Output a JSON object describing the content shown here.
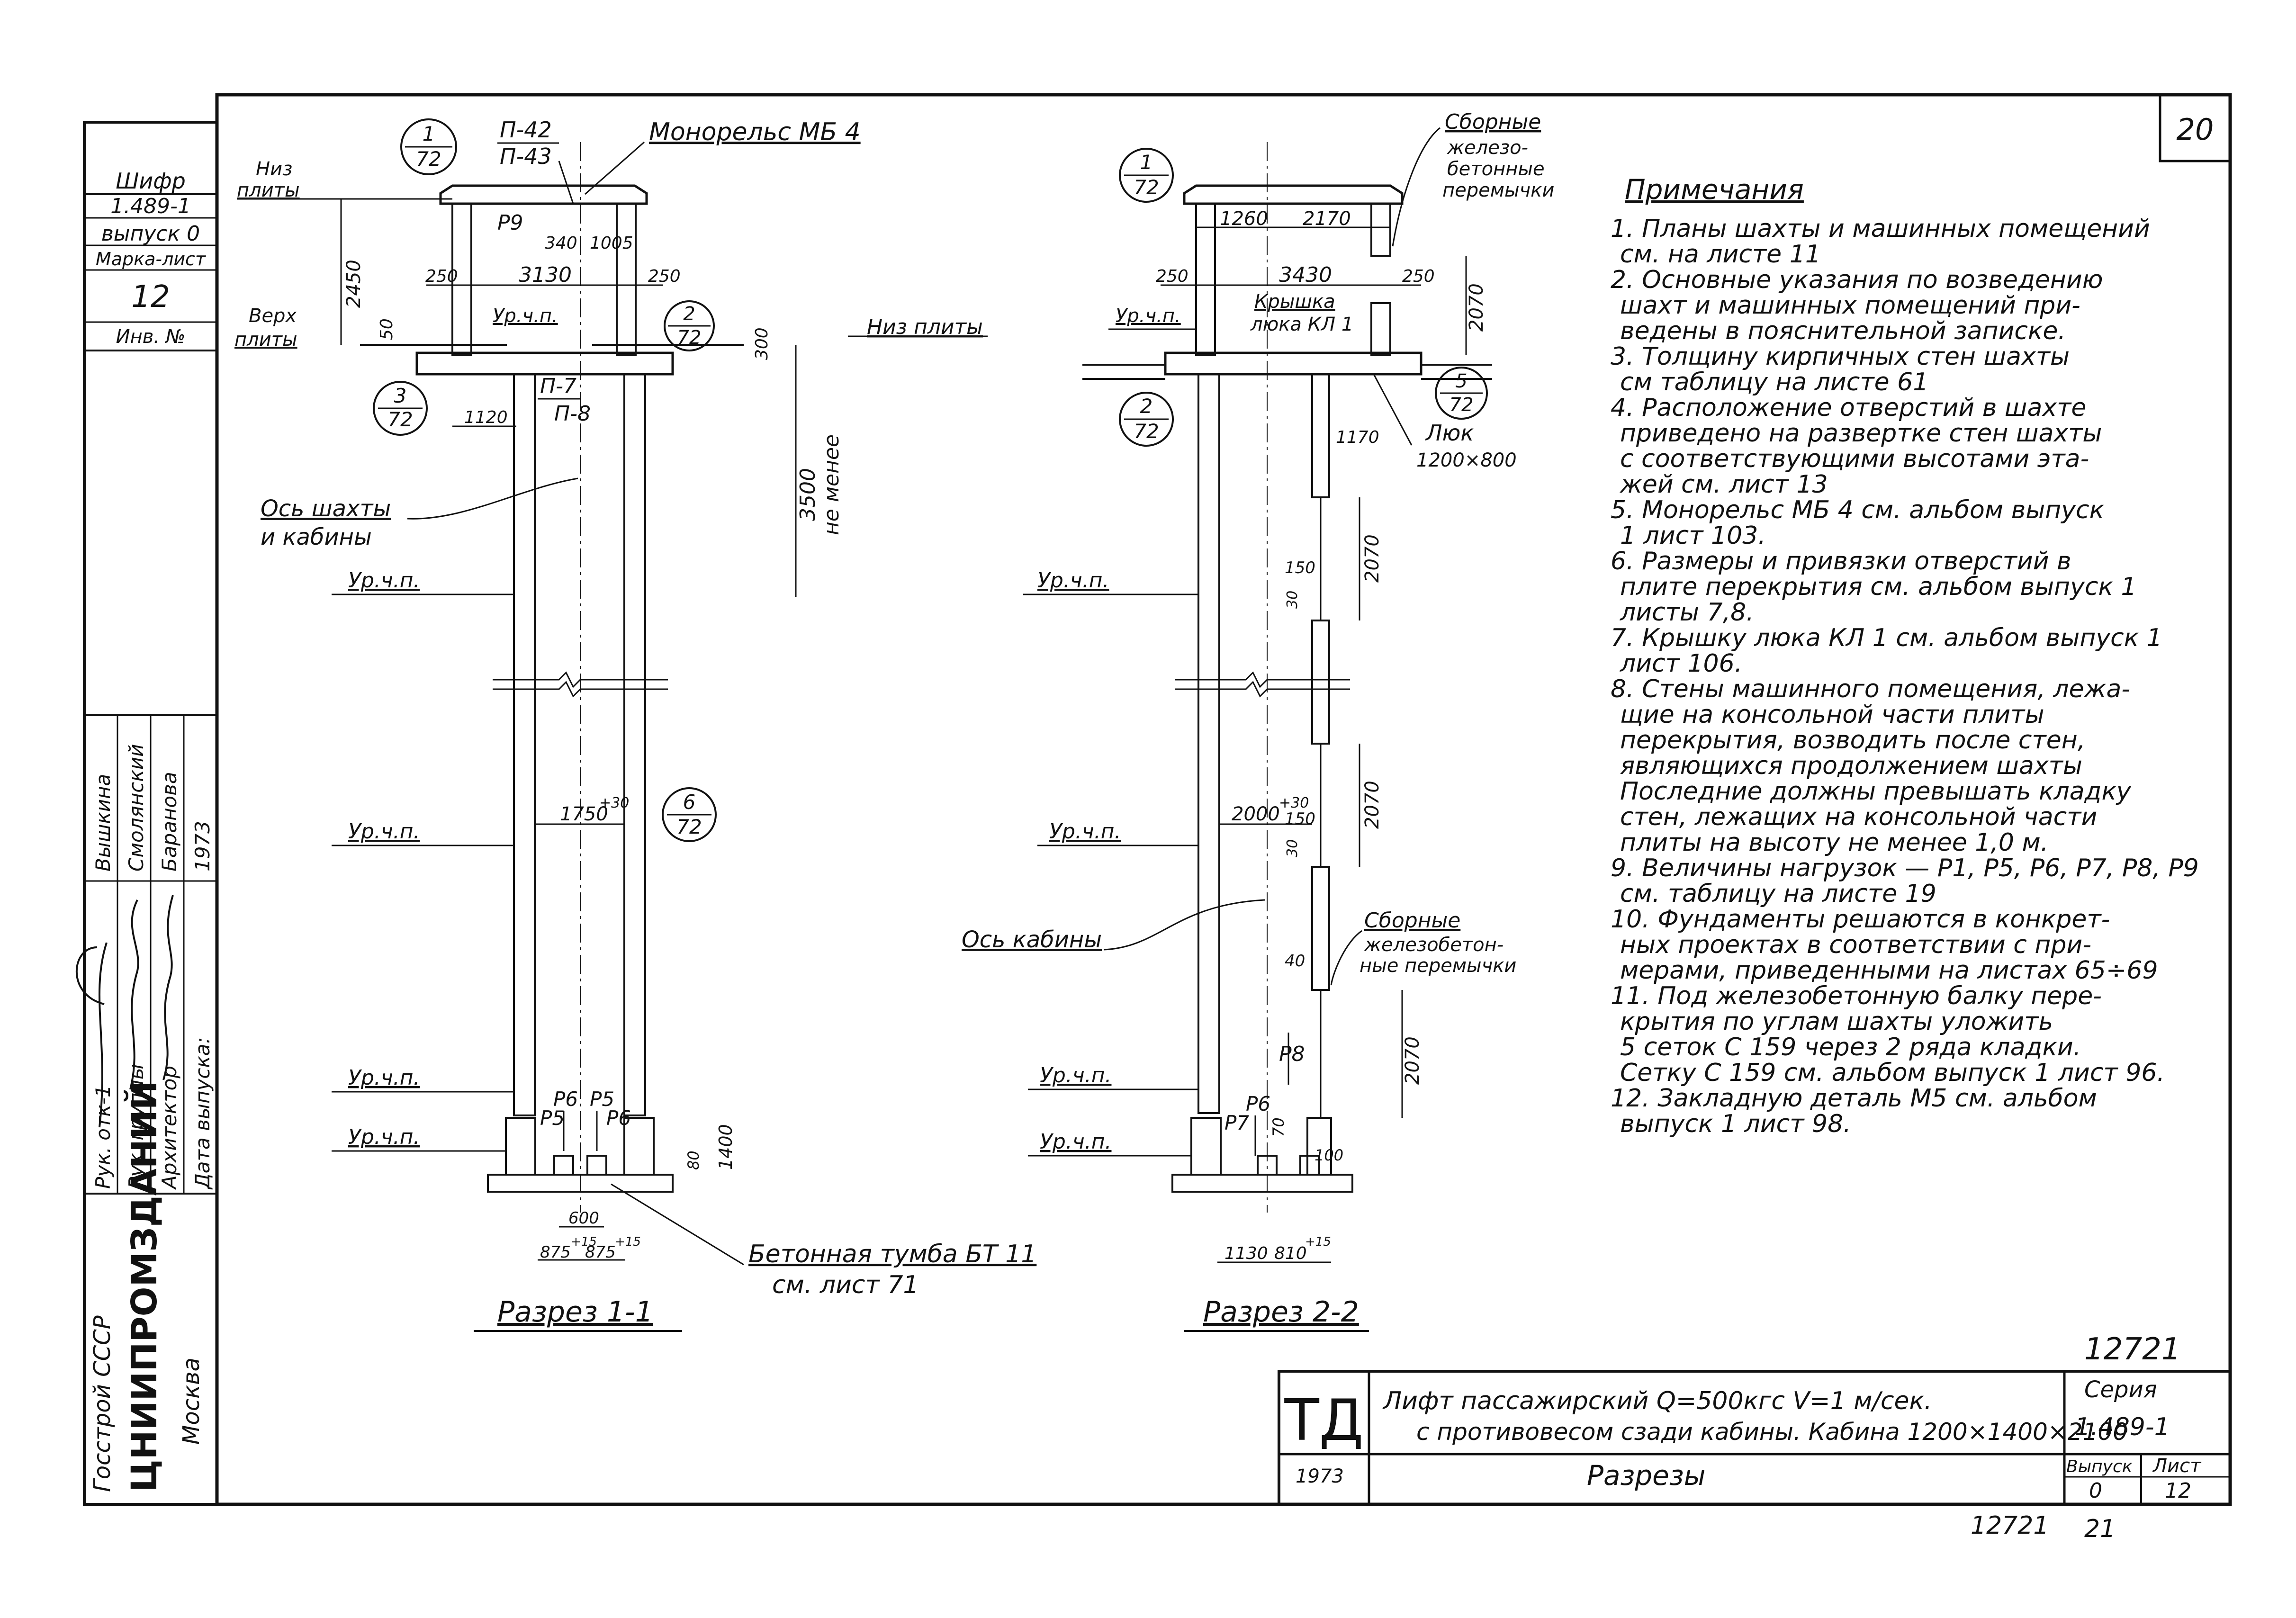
{
  "sheet": {
    "number": "20",
    "stamp_top": "12721",
    "stamp_bottom": "12721",
    "bottom_page": "21"
  },
  "side_block": {
    "shifr_label": "Шифр",
    "shifr_value": "1.489-1",
    "vypusk": "выпуск 0",
    "marka_list_label": "Марка-лист",
    "marka_list_value": "12",
    "inv_label": "Инв. №",
    "signatures": [
      {
        "role": "Рук. отк-1",
        "name": "Вышкина"
      },
      {
        "role": "Рук. группы",
        "name": "Смолянский"
      },
      {
        "role": "Архитектор",
        "name": "Баранова"
      },
      {
        "role": "Дата выпуска:",
        "name": "1973"
      }
    ],
    "org_line1": "Госстрой СССР",
    "org_line2": "ЦНИИПРОМЗДАНИЙ",
    "org_line3": "Москва"
  },
  "section1": {
    "title": "Разрез 1-1",
    "monorail": "Монорельс МБ 4",
    "lintels_top": [
      "П-42",
      "П-43"
    ],
    "lintels_mid": [
      "П-7",
      "П-8"
    ],
    "niz_plity": [
      "Низ",
      "плиты"
    ],
    "verh_plity": [
      "Верх",
      "плиты"
    ],
    "niz_plity_right": "Низ плиты",
    "load_p9": "P9",
    "dims": {
      "d340": "340",
      "d1005": "1005",
      "d250a": "250",
      "d3130": "3130",
      "d250b": "250",
      "d2450": "2450",
      "d50": "50",
      "d300": "300",
      "d1120": "1120",
      "d3500": "3500",
      "ne_menee": "не менее",
      "d1750": "1750",
      "plus30": "+30",
      "d1400": "1400",
      "d80": "80",
      "d600": "600",
      "d875a": "875",
      "d875b": "875",
      "plus15": "+15"
    },
    "level_label": "Ур.ч.п.",
    "axis_label": [
      "Ось шахты",
      "и кабины"
    ],
    "loads": [
      "P6",
      "P5",
      "P5",
      "P6"
    ],
    "base_label": [
      "Бетонная тумба БТ 11",
      "см. лист 71"
    ],
    "refs": [
      {
        "num": "1",
        "sheet": "72"
      },
      {
        "num": "2",
        "sheet": "72"
      },
      {
        "num": "3",
        "sheet": "72"
      },
      {
        "num": "6",
        "sheet": "72"
      }
    ]
  },
  "section2": {
    "title": "Разрез 2-2",
    "precast_top": [
      "Сборные",
      "железо-",
      "бетонные",
      "перемычки"
    ],
    "precast_mid": [
      "Сборные",
      "железобетон-",
      "ные перемычки"
    ],
    "cover": [
      "Крышка",
      "люка КЛ 1"
    ],
    "hatch": [
      "Люк",
      "1200×800"
    ],
    "axis_label": "Ось кабины",
    "level_label": "Ур.ч.п.",
    "dims": {
      "d1260": "1260",
      "d2170": "2170",
      "d250a": "250",
      "d3430": "3430",
      "d250b": "250",
      "d2070": "2070",
      "d1170": "1170",
      "d150": "150",
      "d30": "30",
      "d2000": "2000",
      "plus30": "+30",
      "d40": "40",
      "d70": "70",
      "d100": "100",
      "d1130": "1130",
      "d810": "810",
      "plus15": "+15"
    },
    "loads": [
      "P8",
      "P6",
      "P7"
    ],
    "refs": [
      {
        "num": "1",
        "sheet": "72"
      },
      {
        "num": "2",
        "sheet": "72"
      },
      {
        "num": "5",
        "sheet": "72"
      }
    ]
  },
  "notes": {
    "title": "Примечания",
    "lines": [
      "1. Планы шахты и машинных помещений",
      "см. на листе 11",
      "2. Основные указания по возведению",
      "шахт и машинных помещений при-",
      "ведены в пояснительной записке.",
      "3. Толщину кирпичных стен шахты",
      "см таблицу на листе 61",
      "4. Расположение отверстий в шахте",
      "приведено на развертке стен шахты",
      "с соответствующими высотами эта-",
      "жей см. лист 13",
      "5. Монорельс МБ 4 см. альбом выпуск",
      "1 лист 103.",
      "6. Размеры и привязки отверстий в",
      "плите перекрытия см. альбом выпуск 1",
      "листы 7,8.",
      "7. Крышку люка КЛ 1 см. альбом выпуск 1",
      "лист 106.",
      "8. Стены машинного помещения, лежа-",
      "щие на консольной части плиты",
      "перекрытия, возводить после стен,",
      "являющихся продолжением шахты",
      "Последние должны превышать кладку",
      "стен, лежащих на консольной части",
      "плиты на высоту не менее 1,0 м.",
      "9. Величины нагрузок — P1, P5, P6, P7, P8, P9",
      "см. таблицу на листе 19",
      "10. Фундаменты решаются в конкрет-",
      "ных проектах в соответствии с при-",
      "мерами, приведенными на листах 65÷69",
      "11. Под железобетонную балку пере-",
      "крытия по углам шахты уложить",
      "5 сеток С 159 через 2 ряда кладки.",
      "Сетку С 159 см. альбом выпуск 1 лист 96.",
      "12. Закладную деталь М5 см. альбом",
      "выпуск 1 лист 98."
    ]
  },
  "title_block": {
    "logo": "ТД",
    "year": "1973",
    "title_line1": "Лифт пассажирский Q=500кгс V=1 м/сек.",
    "title_line2": "с противовесом сзади кабины. Кабина 1200×1400×2100",
    "subtitle": "Разрезы",
    "seriya_label": "Серия",
    "seriya_value": "1.489-1",
    "vypusk_label": "Выпуск",
    "vypusk_value": "0",
    "list_label": "Лист",
    "list_value": "12"
  }
}
